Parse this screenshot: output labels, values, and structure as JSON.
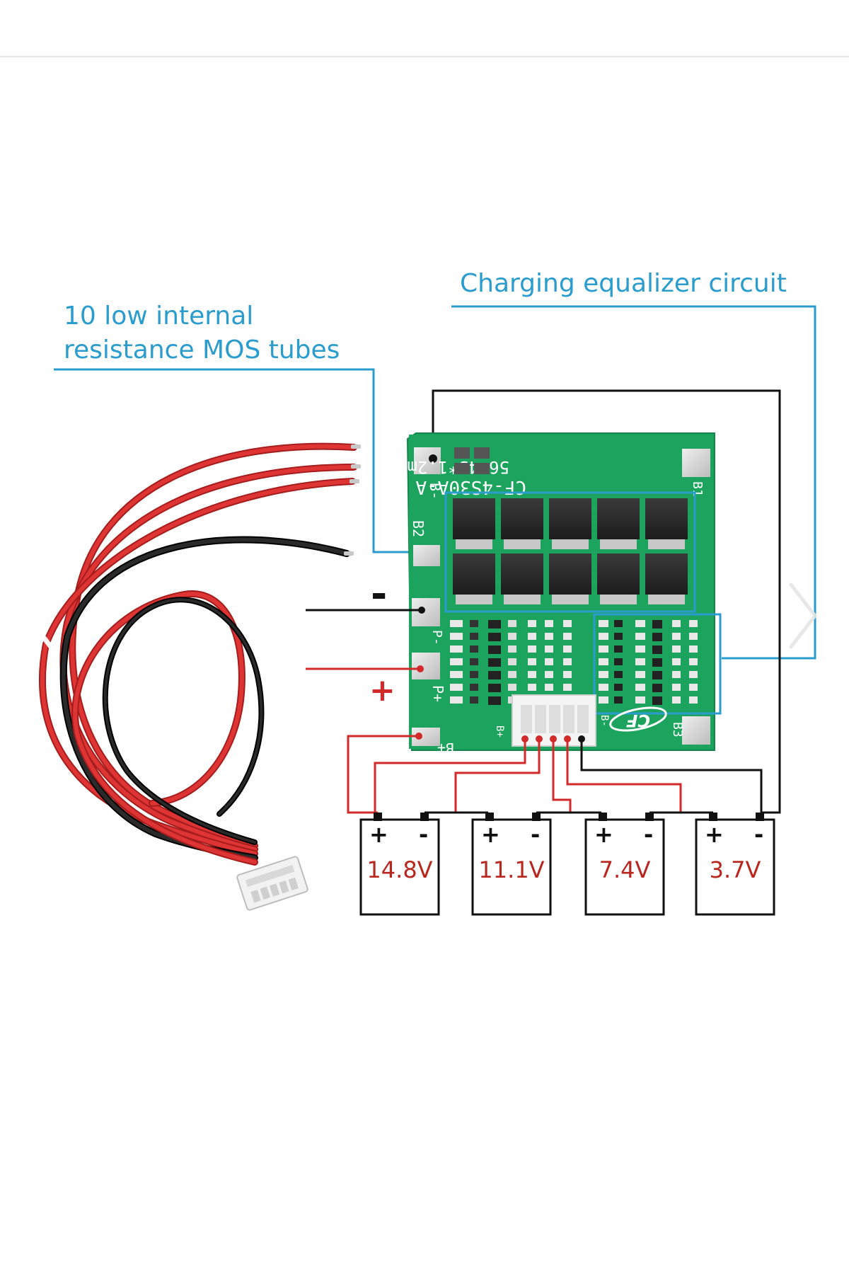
{
  "annotations": {
    "mos_label_line1": "10 low internal",
    "mos_label_line2": "resistance MOS tubes",
    "equalizer_label": "Charging equalizer circuit"
  },
  "board": {
    "silk_model": "CF-4S30A-A",
    "silk_size": "56*45*1.2mm",
    "logo_text": "CF",
    "pads": {
      "b_minus": "B-",
      "b2": "B2",
      "p_minus": "P-",
      "p_plus": "P+",
      "b_plus": "B+",
      "b1": "B1",
      "b3": "B3"
    },
    "connector_labels": {
      "left": "B+",
      "right": "B-"
    }
  },
  "output": {
    "minus_symbol": "-",
    "plus_symbol": "+"
  },
  "batteries": [
    {
      "voltage": "14.8V",
      "plus": "+",
      "minus": "-"
    },
    {
      "voltage": "11.1V",
      "plus": "+",
      "minus": "-"
    },
    {
      "voltage": "7.4V",
      "plus": "+",
      "minus": "-"
    },
    {
      "voltage": "3.7V",
      "plus": "+",
      "minus": "-"
    }
  ],
  "colors": {
    "annotation": "#2a9ccd",
    "pcb": "#1aa25d",
    "wire_red": "#d22a2a",
    "wire_black": "#111111",
    "voltage_text": "#b8261e"
  },
  "icons": {
    "prev": "chevron-left-icon",
    "next": "chevron-right-icon"
  }
}
